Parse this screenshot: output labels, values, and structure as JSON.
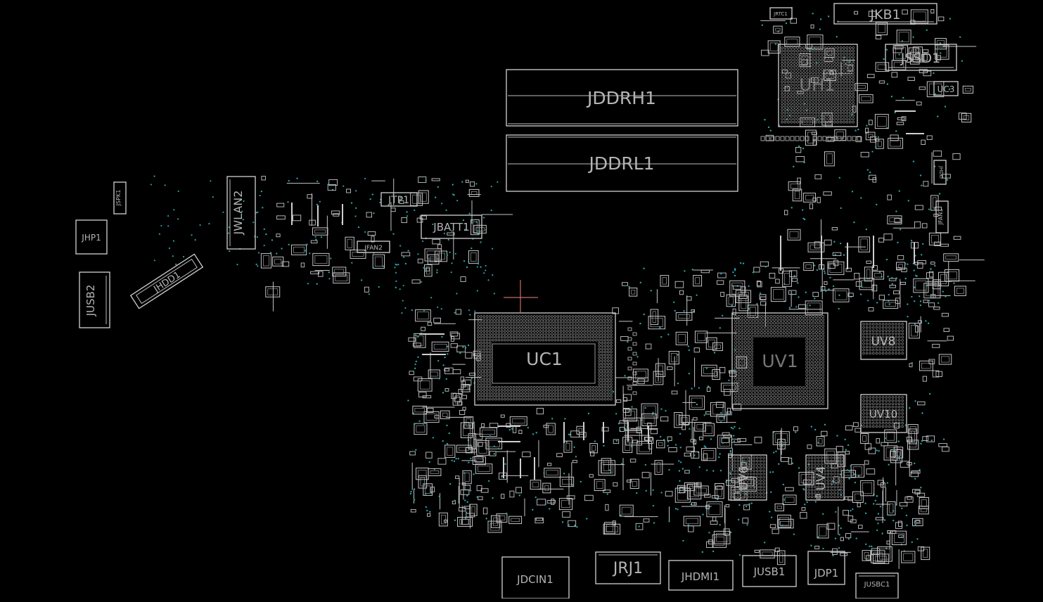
{
  "view": {
    "background": "#000000",
    "outline_color": "#d2d2d2",
    "via_color": "#2aa1a6",
    "cursor_color": "#c96a6a"
  },
  "labels": {
    "jkb1": "JKB1",
    "jssd1": "JSSD1",
    "uh1": "UH1",
    "uc3": "UC3",
    "jrtc1": "JRTC1",
    "jddrh1": "JDDRH1",
    "jddrl1": "JDDRL1",
    "jspk1": "JSPK1",
    "jhp1": "JHP1",
    "jusb2": "JUSB2",
    "jwlan2": "JWLAN2",
    "jtp1": "JTP1",
    "jbatt1": "JBATT1",
    "jfan2": "JFAN2",
    "jhdd": "JHDD",
    "jhdd1": "JHDD1",
    "jfan1": "JFAN1",
    "uc1": "UC1",
    "uv1": "UV1",
    "uv8": "UV8",
    "uv10": "UV10",
    "uv6": "UV6",
    "uv4": "UV4",
    "jdcin1": "JDCIN1",
    "jrj1": "JRJ1",
    "jhdmi1": "JHDMI1",
    "jusb1": "JUSB1",
    "jdp1": "JDP1",
    "jusbc1": "JUSBC1"
  }
}
